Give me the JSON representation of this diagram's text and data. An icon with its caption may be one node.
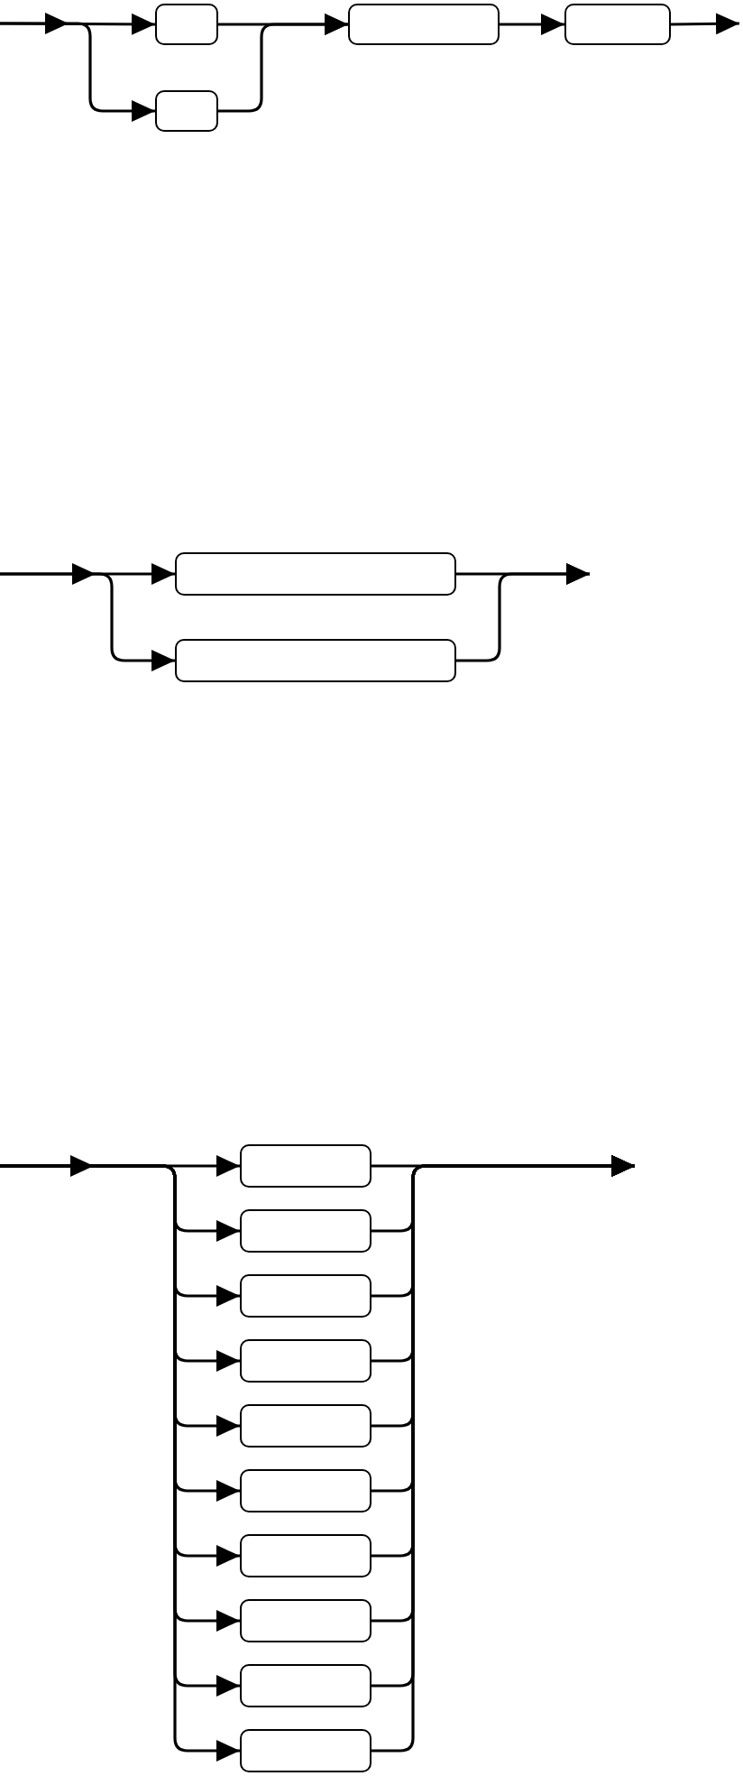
{
  "diagram": {
    "nodes": [
      {
        "text": [],
        "shape": "box"
      },
      {
        "text": [],
        "shape": "box"
      },
      {
        "text": [],
        "shape": "box"
      },
      {
        "text": [],
        "shape": "box"
      },
      {
        "text": [],
        "shape": "box"
      },
      {
        "text": [],
        "shape": "box"
      },
      {
        "text": [],
        "shape": "box"
      },
      {
        "text": [],
        "shape": "box"
      },
      {
        "text": [],
        "shape": "box"
      },
      {
        "text": [],
        "shape": "box"
      },
      {
        "text": [],
        "shape": "box"
      },
      {
        "text": [],
        "shape": "box"
      },
      {
        "text": [],
        "shape": "box"
      },
      {
        "text": [],
        "shape": "box"
      },
      {
        "text": [],
        "shape": "box"
      },
      {
        "text": [],
        "shape": "box"
      }
    ],
    "edges": [
      {
        "from": null,
        "to": 0,
        "arrow": "to"
      },
      {
        "from": null,
        "to": 1,
        "arrow": "to"
      },
      {
        "from": 0,
        "to": 2,
        "arrow": "to"
      },
      {
        "from": 1,
        "to": 2,
        "arrow": "to"
      },
      {
        "from": 2,
        "to": 3,
        "arrow": "to"
      },
      {
        "from": 3,
        "to": null,
        "arrow": "to"
      },
      {
        "from": null,
        "to": 4,
        "arrow": "to"
      },
      {
        "from": null,
        "to": 5,
        "arrow": "to"
      },
      {
        "from": 4,
        "to": null,
        "arrow": "to"
      },
      {
        "from": 5,
        "to": null,
        "arrow": "to"
      },
      {
        "from": null,
        "to": 6,
        "arrow": "to"
      },
      {
        "from": null,
        "to": 7,
        "arrow": "to"
      },
      {
        "from": null,
        "to": 8,
        "arrow": "to"
      },
      {
        "from": null,
        "to": 9,
        "arrow": "to"
      },
      {
        "from": null,
        "to": 10,
        "arrow": "to"
      },
      {
        "from": null,
        "to": 11,
        "arrow": "to"
      },
      {
        "from": null,
        "to": 12,
        "arrow": "to"
      },
      {
        "from": null,
        "to": 13,
        "arrow": "to"
      },
      {
        "from": null,
        "to": 14,
        "arrow": "to"
      },
      {
        "from": null,
        "to": 15,
        "arrow": "to"
      },
      {
        "from": 6,
        "to": null,
        "arrow": "to"
      },
      {
        "from": 7,
        "to": null,
        "arrow": "to"
      },
      {
        "from": 8,
        "to": null,
        "arrow": "to"
      },
      {
        "from": 9,
        "to": null,
        "arrow": "to"
      },
      {
        "from": 10,
        "to": null,
        "arrow": "to"
      },
      {
        "from": 11,
        "to": null,
        "arrow": "to"
      },
      {
        "from": 12,
        "to": null,
        "arrow": "to"
      },
      {
        "from": 13,
        "to": null,
        "arrow": "to"
      },
      {
        "from": 14,
        "to": null,
        "arrow": "to"
      },
      {
        "from": 15,
        "to": null,
        "arrow": "to"
      }
    ]
  }
}
